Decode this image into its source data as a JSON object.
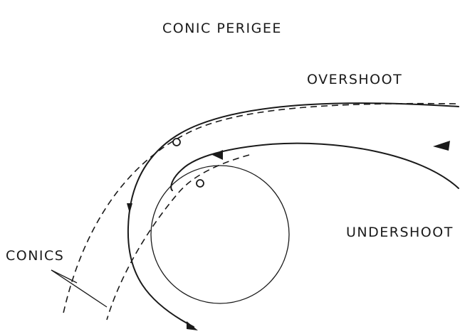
{
  "title": "CONIC PERIGEE",
  "labels": {
    "overshoot": "OVERSHOOT",
    "undershoot": "UNDERSHOOT",
    "conics": "CONICS"
  },
  "colors": {
    "ink": "#1a1a1a",
    "background": "#ffffff"
  }
}
